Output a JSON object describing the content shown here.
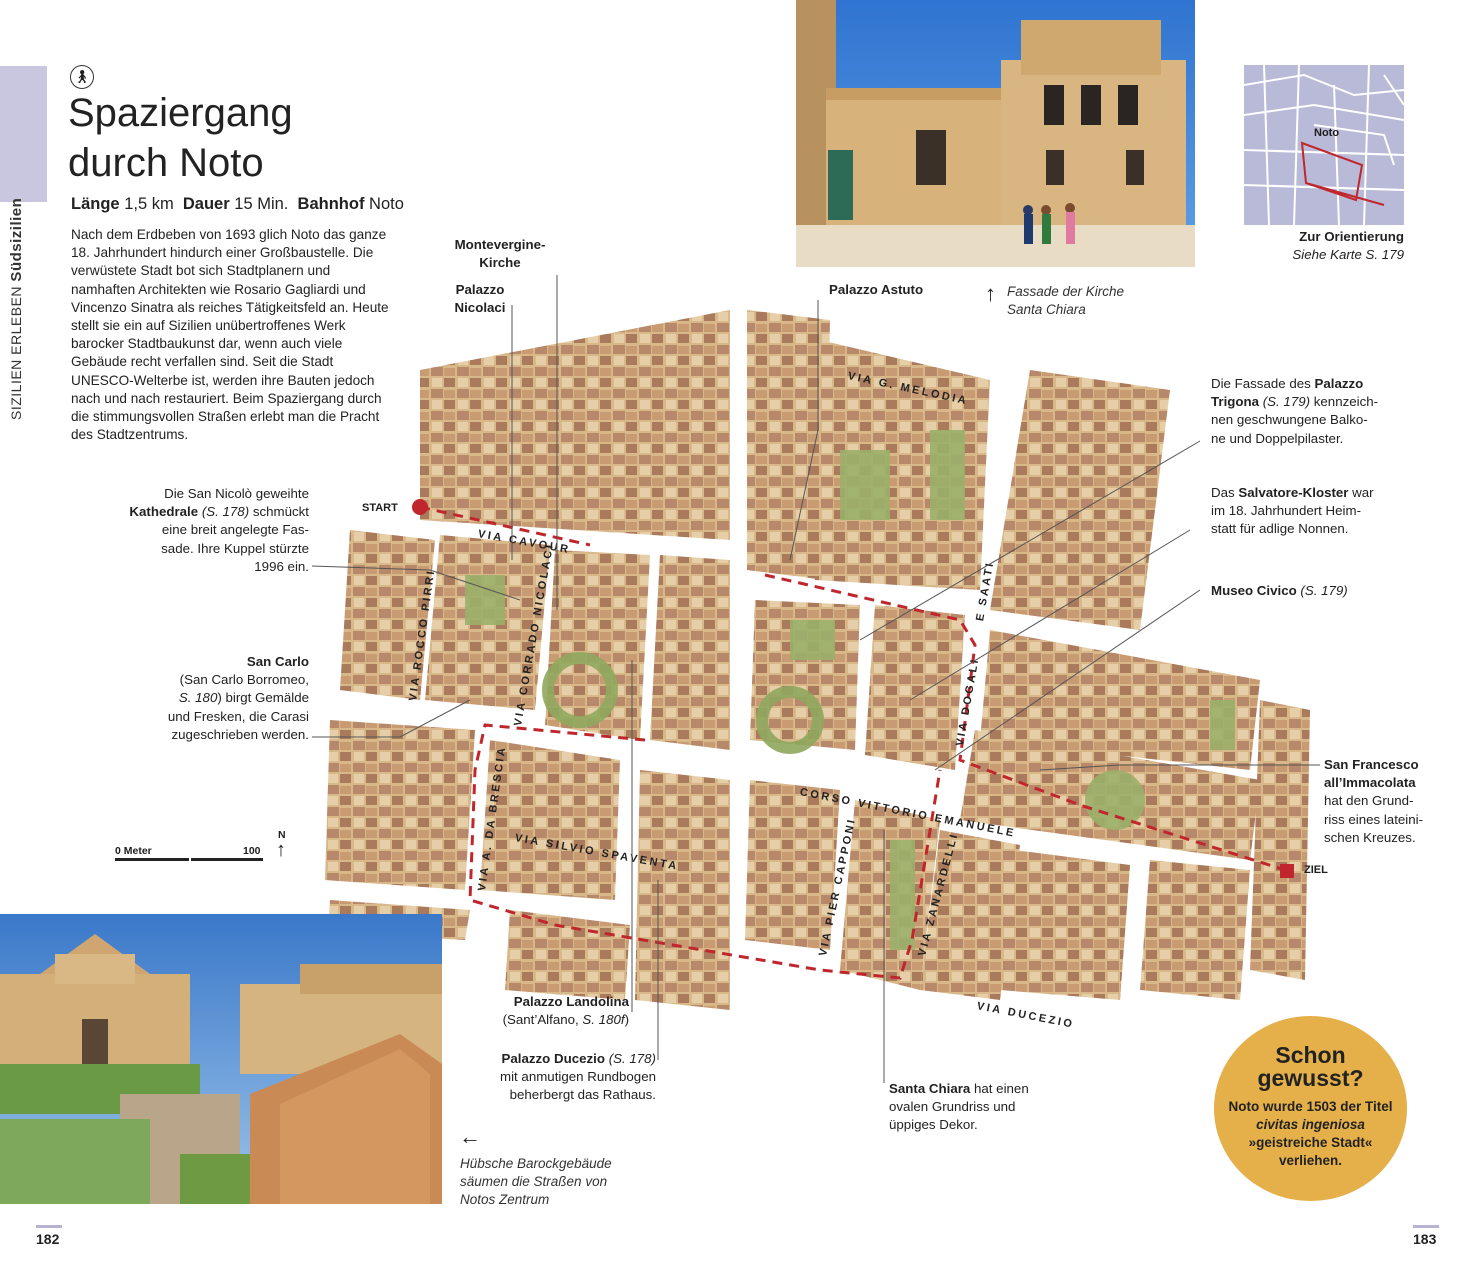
{
  "section": {
    "chapter": "SIZILIEN ERLEBEN",
    "region": "Südsizilien"
  },
  "header": {
    "title_line1": "Spaziergang",
    "title_line2": "durch Noto"
  },
  "meta": {
    "length_label": "Länge",
    "length_value": "1,5 km",
    "duration_label": "Dauer",
    "duration_value": "15 Min.",
    "station_label": "Bahnhof",
    "station_value": "Noto"
  },
  "intro": "Nach dem Erdbeben von 1693 glich Noto das ganze 18. Jahrhundert hindurch einer Großbaustelle. Die verwüstete Stadt bot sich Stadtplanern und namhaften Architekten wie Rosario Gagliardi und Vincenzo Sinatra als reiches Tätigkeitsfeld an. Heute stellt sie ein auf Sizilien unübertroffenes Werk barocker Stadtbaukunst dar, wenn auch viele Gebäude recht verfallen sind. Seit die Stadt UNESCO-Welterbe ist, werden ihre Bauten jedoch nach und nach restauriert. Beim Spaziergang durch die stimmungsvollen Straßen erlebt man die Pracht des Stadtzentrums.",
  "orientation": {
    "town_label": "Noto",
    "title": "Zur Orientierung",
    "ref": "Siehe Karte S. 179"
  },
  "top_photo_caption": {
    "line1": "Fassade der Kirche",
    "line2": "Santa Chiara"
  },
  "bottom_photo_caption": {
    "line1": "Hübsche Barockgebäude",
    "line2": "säumen die Straßen von",
    "line3": "Notos Zentrum"
  },
  "map": {
    "start_label": "START",
    "finish_label": "ZIEL",
    "scale_label": "0 Meter",
    "scale_value": "100",
    "north_label": "N",
    "streets": {
      "cavour": "VIA CAVOUR",
      "melodia": "VIA G. MELODIA",
      "rocco_pirri": "VIA ROCCO PIRRI",
      "corrado_nicolaci": "VIA CORRADO NICOLACI",
      "dogali": "VIA DOGALI",
      "saati": "E SAATI",
      "brescia": "VIA A. DA BRESCIA",
      "spaventa": "VIA SILVIO SPAVENTA",
      "corso": "CORSO VITTORIO EMANUELE",
      "capponi": "VIA PIER CAPPONI",
      "zanardelli": "VIA ZANARDELLI",
      "ducezio": "VIA DUCEZIO"
    }
  },
  "labels": {
    "montevergine_l1": "Montevergine-",
    "montevergine_l2": "Kirche",
    "nicolaci_l1": "Palazzo",
    "nicolaci_l2": "Nicolaci",
    "astuto": "Palazzo Astuto",
    "kathedrale_pre": "Die San Nicolò geweihte",
    "kathedrale_name": "Kathedrale",
    "kathedrale_ref": "(S. 178)",
    "kathedrale_post1": "schmückt",
    "kathedrale_post2": "eine breit angelegte Fas-",
    "kathedrale_post3": "sade. Ihre Kuppel stürzte",
    "kathedrale_post4": "1996 ein.",
    "carlo_name": "San Carlo",
    "carlo_l2": "(San Carlo Borromeo,",
    "carlo_ref": "S. 180",
    "carlo_l3b": ") birgt Gemälde",
    "carlo_l4": "und Fresken, die Carasi",
    "carlo_l5": "zugeschrieben werden.",
    "trigona_pre": "Die Fassade des",
    "trigona_name_a": "Palazzo",
    "trigona_name_b": "Trigona",
    "trigona_ref": "(S. 179)",
    "trigona_post1": "kennzeich-",
    "trigona_post2": "nen geschwungene Balko-",
    "trigona_post3": "ne und Doppelpilaster.",
    "salvatore_pre": "Das",
    "salvatore_name": "Salvatore-Kloster",
    "salvatore_post1": "war",
    "salvatore_post2": "im 18. Jahrhundert Heim-",
    "salvatore_post3": "statt für adlige Nonnen.",
    "museo_name": "Museo Civico",
    "museo_ref": "(S. 179)",
    "francesco_l1": "San Francesco",
    "francesco_l2": "all’Immacolata",
    "francesco_l3": "hat den Grund-",
    "francesco_l4": "riss eines lateini-",
    "francesco_l5": "schen Kreuzes.",
    "landolina_name": "Palazzo Landolina",
    "landolina_l2a": "(Sant’Alfano,",
    "landolina_ref": "S. 180f",
    "landolina_l2b": ")",
    "ducezio_name": "Palazzo Ducezio",
    "ducezio_ref": "(S. 178)",
    "ducezio_l2": "mit anmutigen Rundbogen",
    "ducezio_l3": "beherbergt das Rathaus.",
    "chiara_name": "Santa Chiara",
    "chiara_post1": "hat einen",
    "chiara_post2": "ovalen Grundriss und",
    "chiara_post3": "üppiges Dekor."
  },
  "fact_box": {
    "title_l1": "Schon",
    "title_l2": "gewusst?",
    "text_pre": "Noto wurde 1503 der Titel",
    "text_italic": "civitas ingeniosa",
    "text_post": "»geistreiche Stadt« verliehen."
  },
  "pages": {
    "left": "182",
    "right": "183"
  },
  "colors": {
    "route": "#c0272d",
    "accent_bar": "#c9c7df",
    "badge": "#e5b04a",
    "stone": "#d9b98c",
    "roof": "#b58463"
  }
}
